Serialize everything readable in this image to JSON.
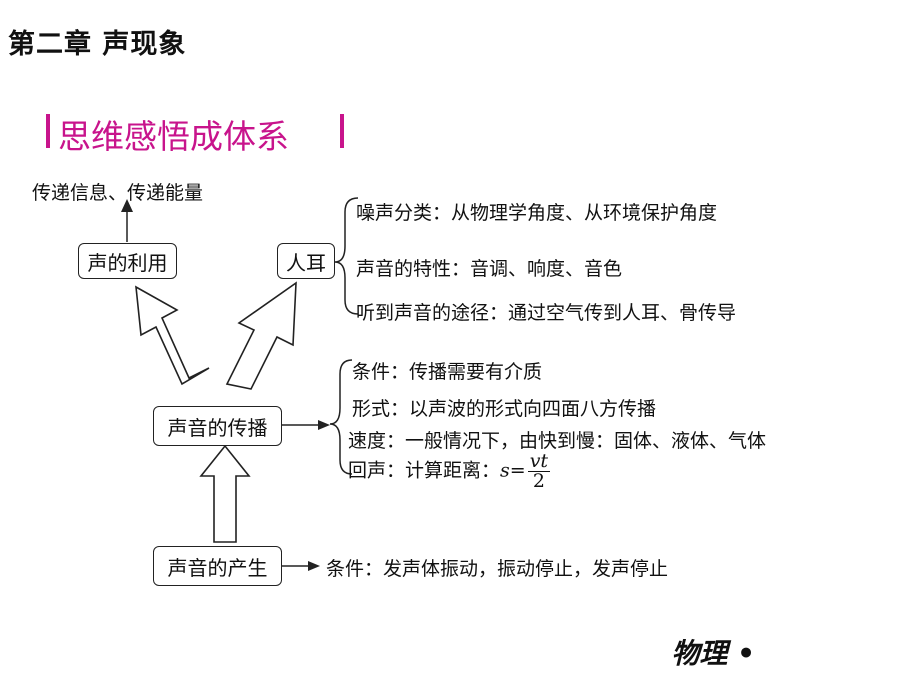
{
  "chapter_title": "第二章  声现象",
  "section_title": "思维感悟成体系",
  "nodes": {
    "use": "声的利用",
    "ear": "人耳",
    "propagation": "声音的传播",
    "generation": "声音的产生"
  },
  "use_output": "传递信息、传递能量",
  "ear_items": [
    "噪声分类：从物理学角度、从环境保护角度",
    "声音的特性：音调、响度、音色",
    "听到声音的途径：通过空气传到人耳、骨传导"
  ],
  "propagation_items": [
    "条件：传播需要有介质",
    "形式：以声波的形式向四面八方传播",
    "速度：一般情况下，由快到慢：固体、液体、气体"
  ],
  "echo": {
    "label": "回声：计算距离：",
    "lhs": "s",
    "eq": "=",
    "numerator": "vt",
    "denominator": "2"
  },
  "generation_item": "条件：发声体振动，振动停止，发声停止",
  "footer": "物理 •",
  "colors": {
    "accent": "#c8148c",
    "line": "#222222"
  }
}
